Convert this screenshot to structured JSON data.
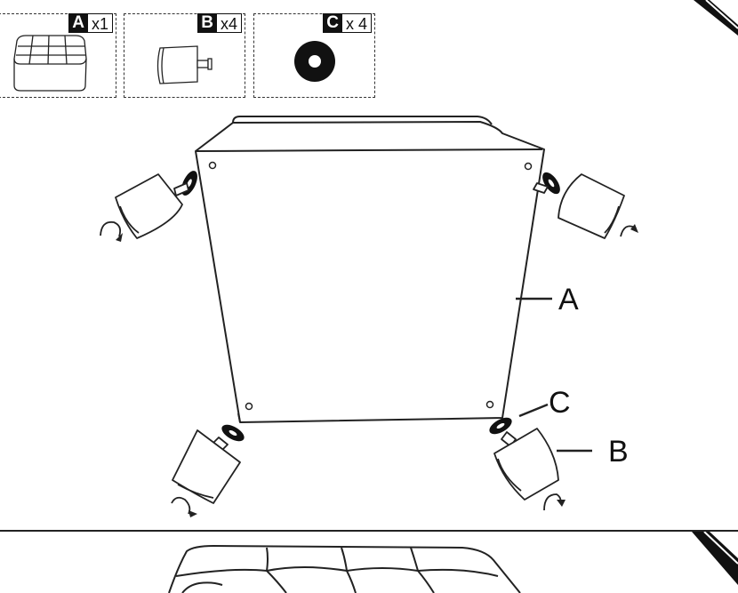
{
  "parts": [
    {
      "letter": "A",
      "qty": "x1",
      "icon": "ottoman-top-icon"
    },
    {
      "letter": "B",
      "qty": "x4",
      "icon": "leg-icon"
    },
    {
      "letter": "C",
      "qty": "x 4",
      "icon": "washer-icon"
    }
  ],
  "callouts": {
    "a": "A",
    "b": "B",
    "c": "C"
  },
  "colors": {
    "line": "#222222",
    "fill": "#ffffff",
    "accent": "#111111"
  }
}
